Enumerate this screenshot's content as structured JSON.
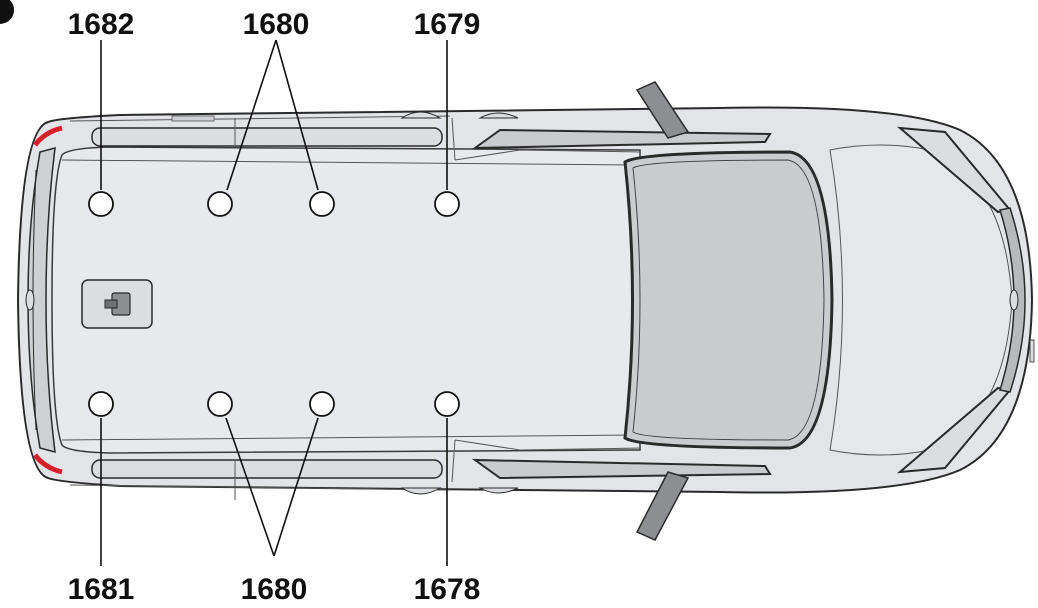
{
  "callouts": {
    "top_left": "1682",
    "top_middle": "1680",
    "top_right": "1679",
    "bottom_left": "1681",
    "bottom_middle": "1680",
    "bottom_right": "1678"
  },
  "colors": {
    "body_fill": "#e3e4e8",
    "roof_fill": "#e8e9ed",
    "outline": "#2a2a2a",
    "glass": "#c9cbcf",
    "mirror": "#8d8e92",
    "tail_light": "#d8202a",
    "rail_fill": "#dcdde1",
    "label": "#111111"
  },
  "icons": {
    "roof_marker": "circle-marker-icon",
    "roof_hatch": "roof-hatch-icon"
  }
}
